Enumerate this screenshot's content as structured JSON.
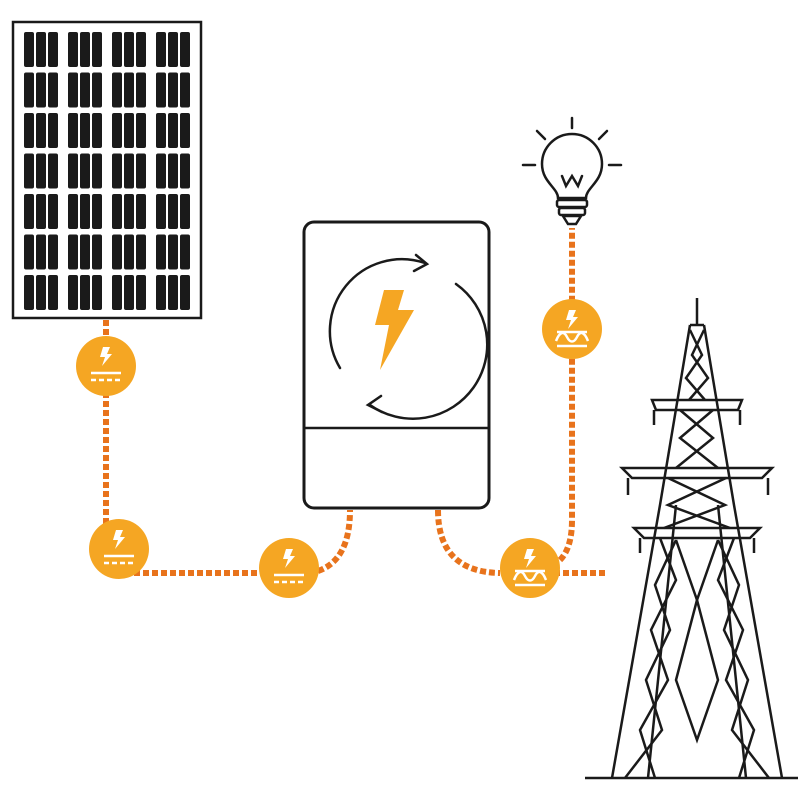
{
  "diagram": {
    "type": "solar-inverter-grid-flow",
    "nodes": [
      {
        "id": "solar-panel",
        "icon": "solar-panel-icon"
      },
      {
        "id": "inverter",
        "icon": "inverter-icon"
      },
      {
        "id": "light-bulb",
        "icon": "light-bulb-icon"
      },
      {
        "id": "power-pylon",
        "icon": "transmission-tower-icon"
      }
    ],
    "badges": [
      {
        "id": "dc-1",
        "current": "DC"
      },
      {
        "id": "dc-2",
        "current": "DC"
      },
      {
        "id": "dc-3",
        "current": "DC"
      },
      {
        "id": "ac-1",
        "current": "AC"
      },
      {
        "id": "ac-2",
        "current": "AC"
      }
    ],
    "colors": {
      "line": "#1a1a1a",
      "accent": "#f5a623",
      "wire": "#e8731c",
      "background": "#ffffff"
    }
  }
}
